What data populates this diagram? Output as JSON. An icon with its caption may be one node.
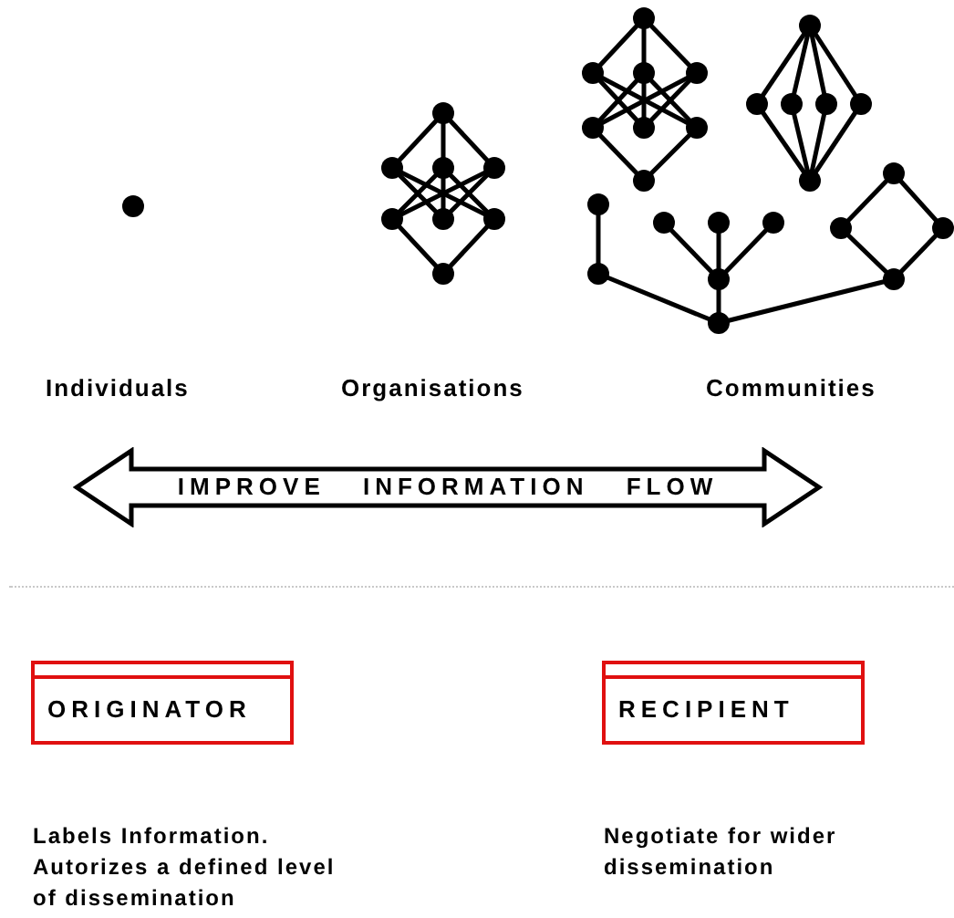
{
  "diagram": {
    "nodes": [
      {
        "text": [
          "IMPROVE INFORMATION FLOW"
        ]
      },
      {
        "text": [
          "ORIGINATOR"
        ],
        "beside": [
          "Labels Information. Autorizes a defined level of dissemination"
        ]
      },
      {
        "text": [
          "RECIPIENT"
        ],
        "beside": [
          "Negotiate for wider dissemination"
        ]
      }
    ],
    "labels": [
      "Individuals",
      "Organisations",
      "Communities"
    ]
  }
}
